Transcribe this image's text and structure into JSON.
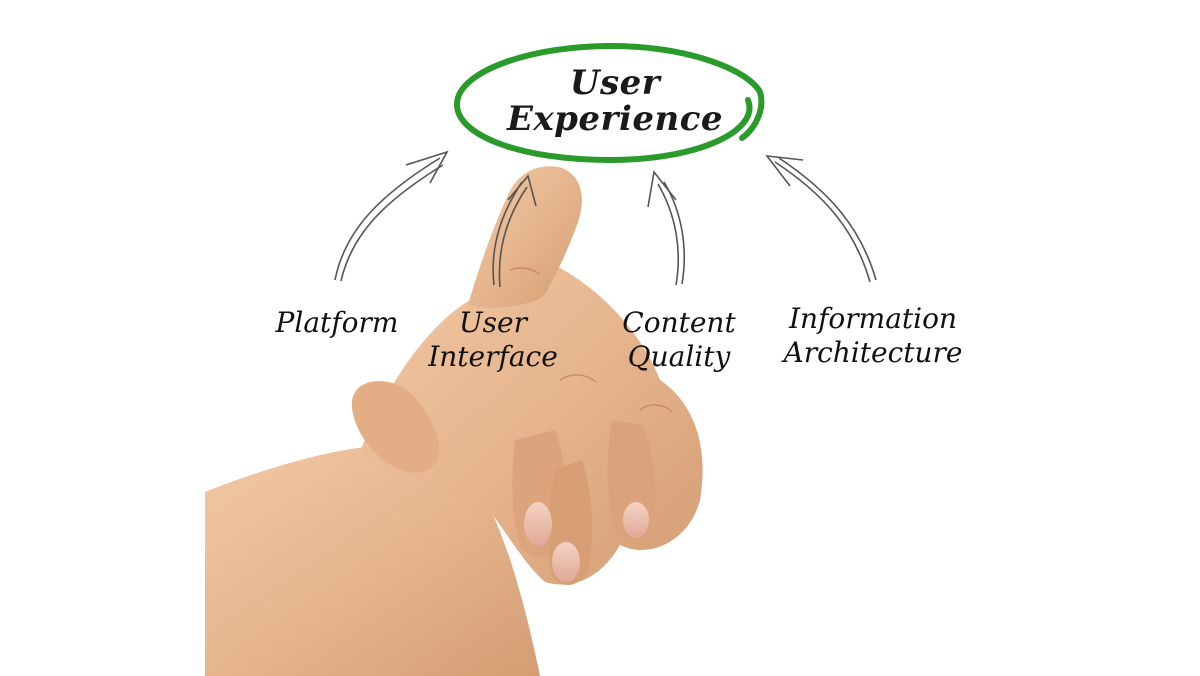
{
  "center": {
    "line1": "User",
    "line2": "Experience",
    "ring_color": "#2a9a2a"
  },
  "factors": [
    {
      "line1": "Platform",
      "line2": ""
    },
    {
      "line1": "User",
      "line2": "Interface"
    },
    {
      "line1": "Content",
      "line2": "Quality"
    },
    {
      "line1": "Information",
      "line2": "Architecture"
    }
  ],
  "photo": {
    "subject": "hand-pointing-up",
    "skin_color": "#e6b58e"
  },
  "arrow_color": "#555555"
}
